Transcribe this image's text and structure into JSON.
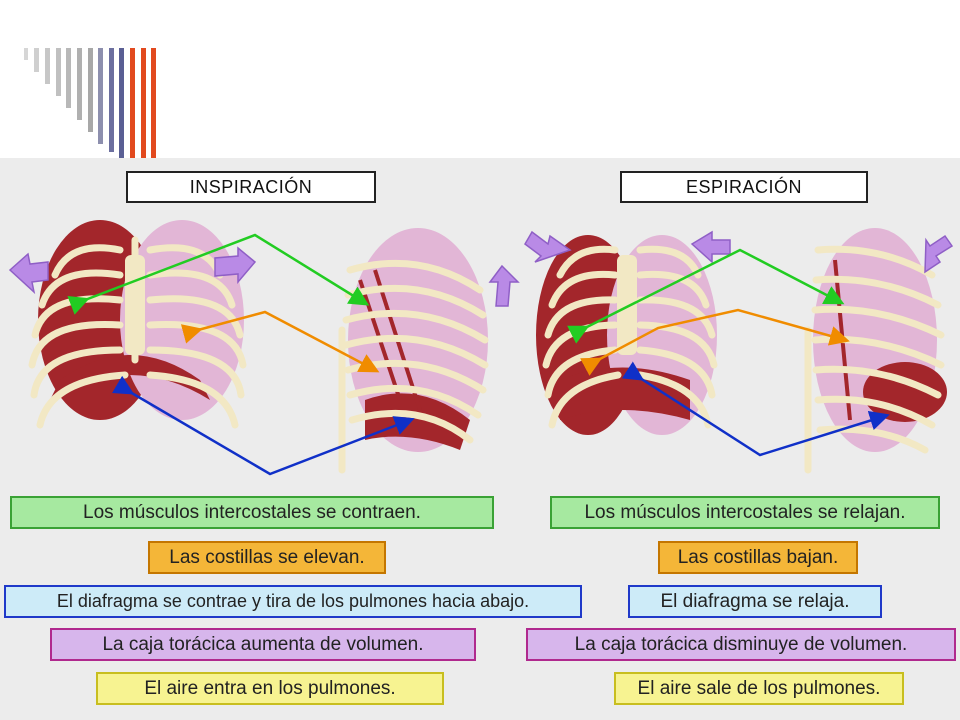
{
  "inspiration": {
    "title": "INSPIRACIÓN",
    "labels": [
      "Los músculos intercostales se contraen.",
      "Las costillas se elevan.",
      "El diafragma se contrae y tira de los pulmones hacia abajo.",
      "La caja torácica aumenta de volumen.",
      "El aire entra en los pulmones."
    ]
  },
  "expiration": {
    "title": "ESPIRACIÓN",
    "labels": [
      "Los músculos intercostales se relajan.",
      "Las costillas bajan.",
      "El diafragma se relaja.",
      "La caja torácica disminuye de volumen.",
      "El aire sale de los pulmones."
    ]
  },
  "colors": {
    "green_arrow": "#22cc22",
    "orange_arrow": "#f08c00",
    "blue_arrow": "#1030c8",
    "purple_arrow": "#b98ae6",
    "muscle": "#a3262b",
    "lung": "#e2b6d6",
    "bone": "#f2e8c4",
    "stripe_blue": "#5a5f94",
    "stripe_red": "#e24a1f"
  }
}
